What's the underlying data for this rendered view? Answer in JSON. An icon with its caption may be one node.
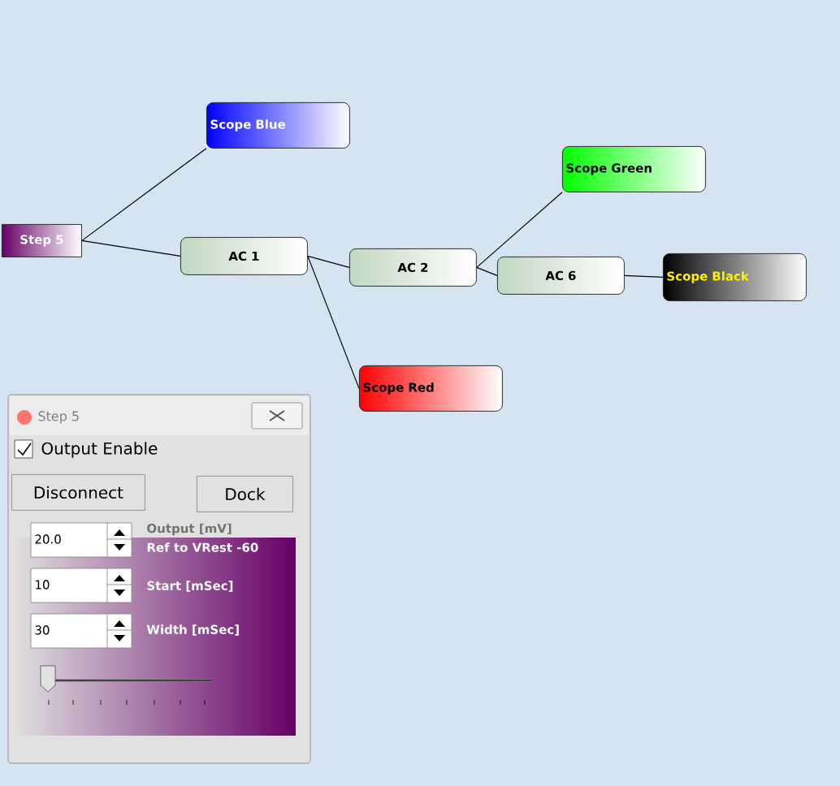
{
  "diagram": {
    "nodes": [
      {
        "text": [
          "Step 5"
        ]
      },
      {
        "text": [
          "Scope Blue"
        ]
      },
      {
        "text": [
          "AC 1"
        ]
      },
      {
        "text": [
          "AC 2"
        ]
      },
      {
        "text": [
          "Scope Red"
        ]
      },
      {
        "text": [
          "Scope Green"
        ]
      },
      {
        "text": [
          "AC 6"
        ]
      },
      {
        "text": [
          "Scope Black"
        ]
      }
    ],
    "edges": [
      {
        "from": 0,
        "to": 1,
        "arrow": "none"
      },
      {
        "from": 0,
        "to": 2,
        "arrow": "none"
      },
      {
        "from": 2,
        "to": 3,
        "arrow": "none"
      },
      {
        "from": 2,
        "to": 4,
        "arrow": "none"
      },
      {
        "from": 3,
        "to": 5,
        "arrow": "none"
      },
      {
        "from": 3,
        "to": 6,
        "arrow": "none"
      },
      {
        "from": 6,
        "to": 7,
        "arrow": "none"
      }
    ],
    "labels": [
      "Step 5",
      "Output Enable",
      "Disconnect",
      "Dock",
      "20.0",
      "Output [mV]",
      "Ref to VRest -60",
      "10",
      "Start [mSec]",
      "30",
      "Width [mSec]"
    ]
  }
}
